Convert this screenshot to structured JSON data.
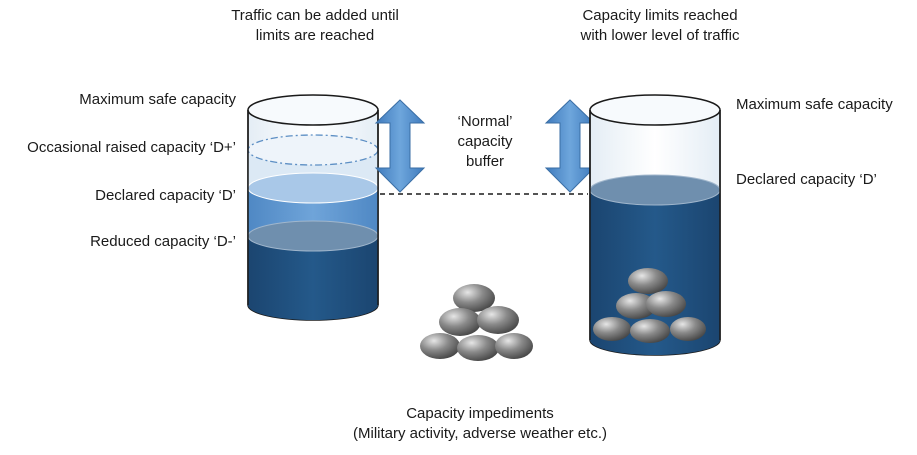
{
  "left_caption": [
    "Traffic can be added until",
    "limits are reached"
  ],
  "right_caption": [
    "Capacity limits reached",
    "with lower level of traffic"
  ],
  "left_labels": {
    "max_safe": "Maximum safe capacity",
    "raised": "Occasional raised capacity ‘D+’",
    "declared": "Declared capacity ‘D’",
    "reduced": "Reduced capacity ‘D-’"
  },
  "right_labels": {
    "max_safe": "Maximum safe capacity",
    "declared": "Declared capacity ‘D’"
  },
  "buffer_label": [
    "‘Normal’",
    "capacity",
    "buffer"
  ],
  "impediments_label": [
    "Capacity impediments",
    "(Military activity, adverse weather etc.)"
  ],
  "colors": {
    "water_dark": "#1f4f7c",
    "water_mid": "#5d95cf",
    "water_light": "#c8dcf0",
    "arrow": "#4a86c4",
    "stone": "#7a7a7a"
  },
  "icons": {
    "left_arrow": "double-headed-arrow-icon",
    "right_arrow": "double-headed-arrow-icon",
    "stones": "stone-pile-icon"
  }
}
